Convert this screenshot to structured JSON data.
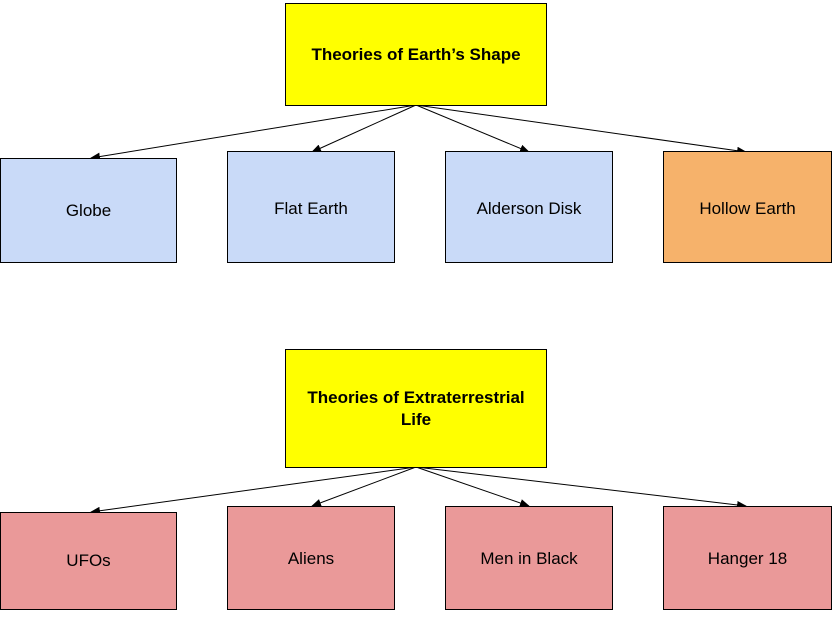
{
  "colors": {
    "root_fill": "#ffff00",
    "shape_fill": "#c9daf8",
    "hollow_fill": "#f6b26b",
    "et_fill": "#ea9999",
    "line": "#000000"
  },
  "tree_shape": {
    "root": {
      "label": "Theories of Earth’s Shape"
    },
    "children": [
      {
        "label": "Globe"
      },
      {
        "label": "Flat Earth"
      },
      {
        "label": "Alderson Disk"
      },
      {
        "label": "Hollow Earth"
      }
    ]
  },
  "tree_et": {
    "root": {
      "label": "Theories of Extraterrestrial Life"
    },
    "children": [
      {
        "label": "UFOs"
      },
      {
        "label": "Aliens"
      },
      {
        "label": "Men in Black"
      },
      {
        "label": "Hanger 18"
      }
    ]
  }
}
